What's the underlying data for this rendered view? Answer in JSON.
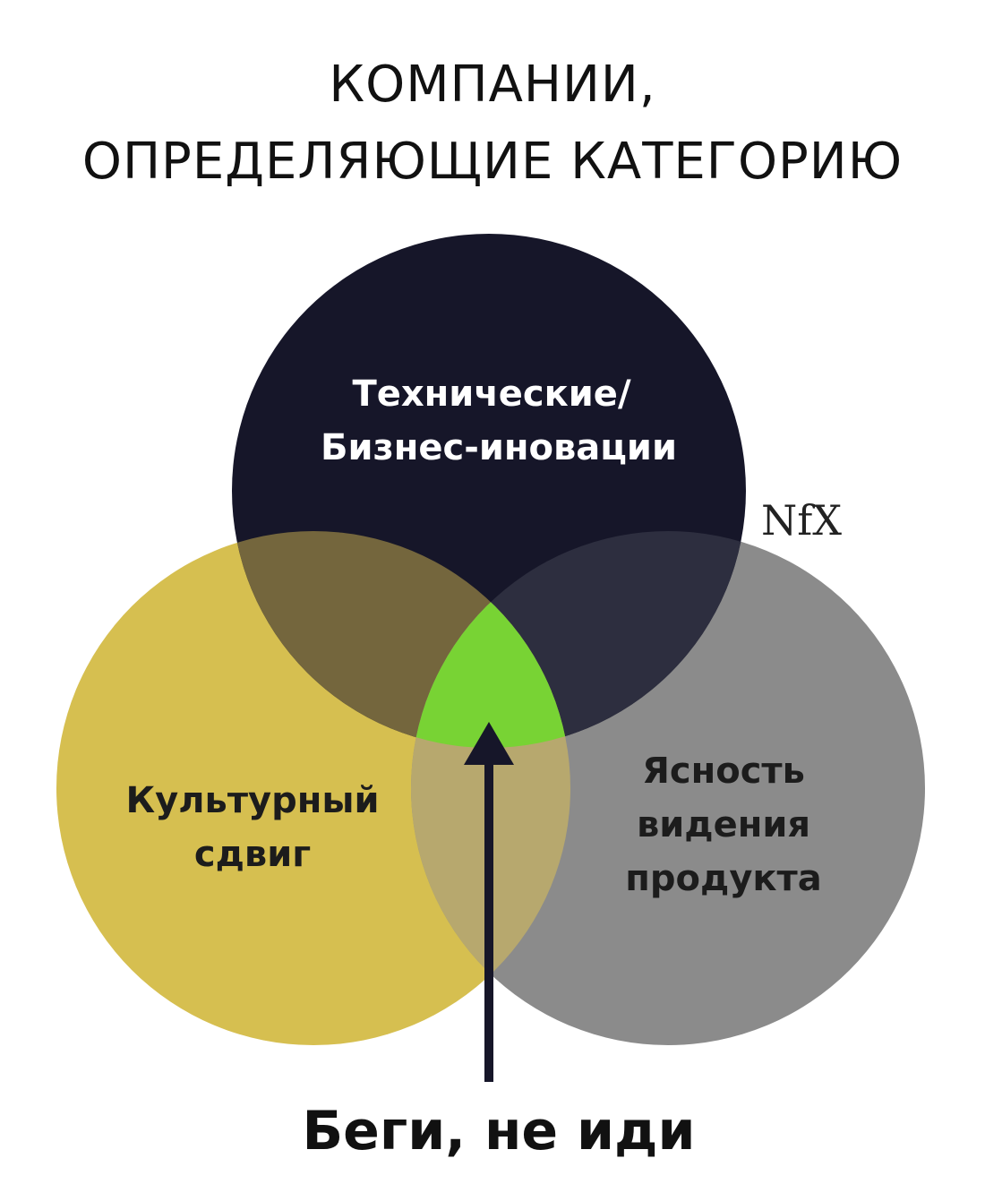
{
  "title": {
    "line1": "КОМПАНИИ,",
    "line2": "ОПРЕДЕЛЯЮЩИЕ КАТЕГОРИЮ"
  },
  "circles": {
    "top": {
      "line1": "Технические/",
      "line2": "Бизнес-иновации",
      "color": "#161629"
    },
    "left": {
      "line1": "Культурный",
      "line2": "сдвиг",
      "color": "#d6bf50"
    },
    "right": {
      "line1": "Ясность",
      "line2": "видения",
      "line3": "продукта",
      "color": "#8b8b8b"
    }
  },
  "intersections": {
    "top_left": "#74663d",
    "top_right": "#2d2e3f",
    "left_right": "#b7a86e",
    "center": "#78d334"
  },
  "arrow": {
    "color": "#161629"
  },
  "logo": "NfX",
  "caption": "Беги, не иди"
}
